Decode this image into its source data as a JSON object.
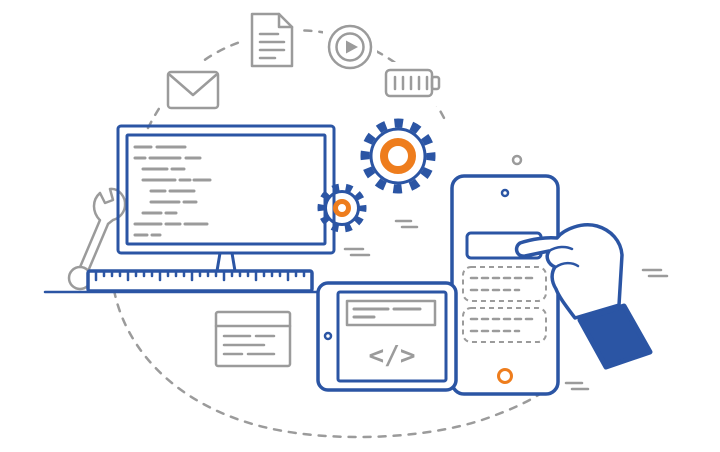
{
  "scene": {
    "title": "software-development-line-art-illustration",
    "code_symbol": "</>",
    "icons": [
      "email-icon",
      "document-icon",
      "video-play-icon",
      "battery-icon",
      "desktop-monitor-code-screen",
      "monitor-stand",
      "ruler",
      "wrench-icon",
      "gear-large",
      "gear-small",
      "smartphone",
      "phone-button",
      "phone-list-placeholders",
      "phone-home-button",
      "touch-hand",
      "hand-cuff",
      "tablet",
      "tablet-browser-window",
      "code-symbol",
      "note-window",
      "dashed-orbit-top",
      "dashed-orbit-bottom",
      "speed-lines"
    ]
  },
  "colors": {
    "blue": "#2b55a4",
    "orange": "#ee7d1d",
    "gray": "#9b9b9b",
    "background": "#ffffff"
  }
}
